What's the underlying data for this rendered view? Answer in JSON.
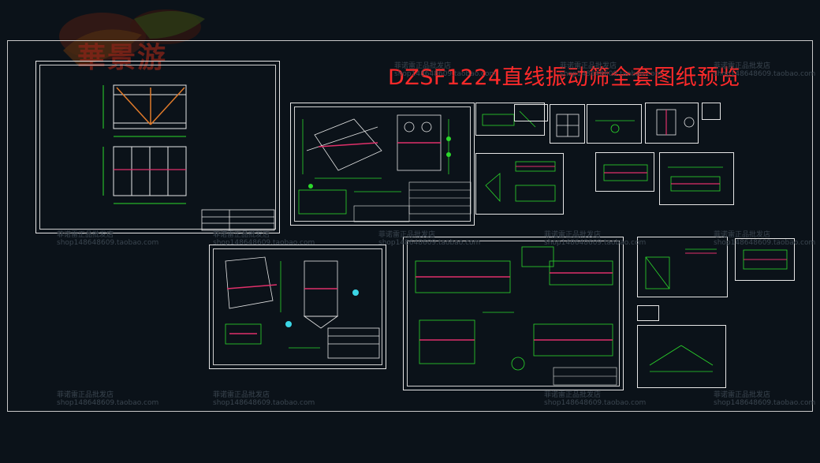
{
  "viewer": {
    "title": "DZSF1224直线振动筛全套图纸预览",
    "title_color": "#ff2a2a",
    "background": "#0b1219"
  },
  "logo": {
    "text": "華景游",
    "icon": "leaf-logo-icon"
  },
  "watermarks": [
    {
      "line1": "菲诺雷正品批发店",
      "line2": "shop148648609.taobao.com"
    },
    {
      "line1": "菲诺雷正品批发店",
      "line2": "shop148648609.taobao.com"
    },
    {
      "line1": "菲诺雷正品批发店",
      "line2": "shop148648609.taobao.com"
    },
    {
      "line1": "菲诺雷正品批发店",
      "line2": "shop148648609.taobao.com"
    },
    {
      "line1": "菲诺雷正品批发店",
      "line2": "shop148648609.taobao.com"
    },
    {
      "line1": "菲诺雷正品批发店",
      "line2": "shop148648609.taobao.com"
    },
    {
      "line1": "菲诺雷正品批发店",
      "line2": "shop148648609.taobao.com"
    },
    {
      "line1": "菲诺雷正品批发店",
      "line2": "shop148648609.taobao.com"
    },
    {
      "line1": "菲诺雷正品批发店",
      "line2": "shop148648609.taobao.com"
    },
    {
      "line1": "菲诺雷正品批发店",
      "line2": "shop148648609.taobao.com"
    },
    {
      "line1": "菲诺雷正品批发店",
      "line2": "shop148648609.taobao.com"
    },
    {
      "line1": "菲诺雷正品批发店",
      "line2": "shop148648609.taobao.com"
    }
  ],
  "drawing_colors": {
    "green": "#2bd92b",
    "red": "#e0306a",
    "white": "#e6e6e6",
    "cyan": "#3bd6e6",
    "yellow": "#e6e62b"
  }
}
